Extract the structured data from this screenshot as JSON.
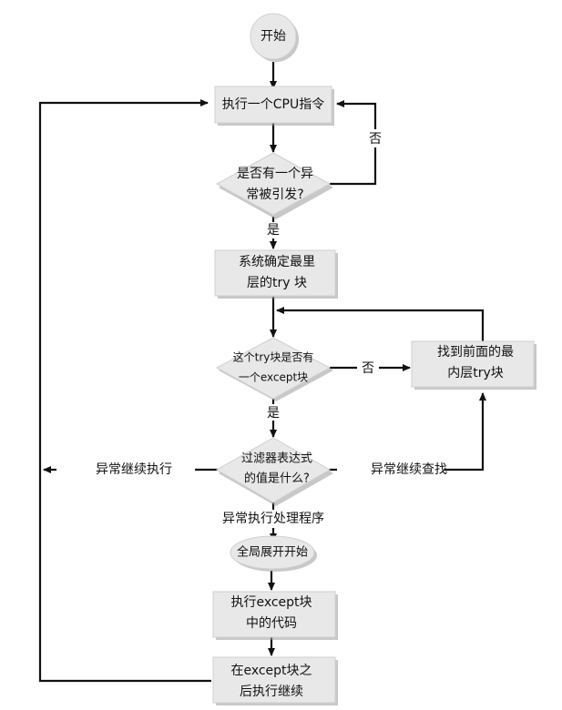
{
  "diagram": {
    "type": "flowchart",
    "nodes": {
      "start": {
        "shape": "circle",
        "lines": [
          "开始"
        ]
      },
      "exec_cpu": {
        "shape": "rect",
        "lines": [
          "执行一个CPU指令"
        ]
      },
      "exception_raised": {
        "shape": "diamond",
        "lines": [
          "是否有一个异",
          "常被引发?"
        ]
      },
      "find_innermost_try": {
        "shape": "rect",
        "lines": [
          "系统确定最里",
          "层的try 块"
        ]
      },
      "has_except": {
        "shape": "diamond",
        "lines": [
          "这个try块是否有",
          "一个except块"
        ]
      },
      "find_prev_try": {
        "shape": "rect",
        "lines": [
          "找到前面的最",
          "内层try块"
        ]
      },
      "filter_value": {
        "shape": "diamond",
        "lines": [
          "过滤器表达式",
          "的值是什么?"
        ]
      },
      "global_unwind": {
        "shape": "ellipse",
        "lines": [
          "全局展开开始"
        ]
      },
      "exec_except": {
        "shape": "rect",
        "lines": [
          "执行except块",
          "中的代码"
        ]
      },
      "continue_after": {
        "shape": "rect",
        "lines": [
          "在except块之",
          "后执行继续"
        ]
      }
    },
    "edges": {
      "no_exception": "否",
      "yes_exception": "是",
      "no_except_block": "否",
      "yes_except_block": "是",
      "continue_execution": "异常继续执行",
      "continue_search": "异常继续查找",
      "execute_handler": "异常执行处理程序"
    }
  }
}
